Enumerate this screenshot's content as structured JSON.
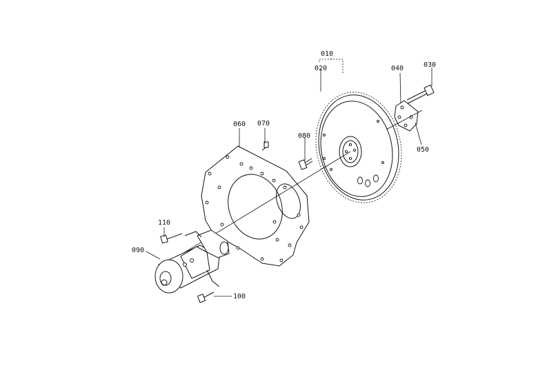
{
  "callouts": {
    "p010": "010",
    "p020": "020",
    "p030": "030",
    "p040": "040",
    "p050": "050",
    "p060": "060",
    "p070": "070",
    "p080": "080",
    "p090": "090",
    "p100": "100",
    "p110": "110"
  }
}
